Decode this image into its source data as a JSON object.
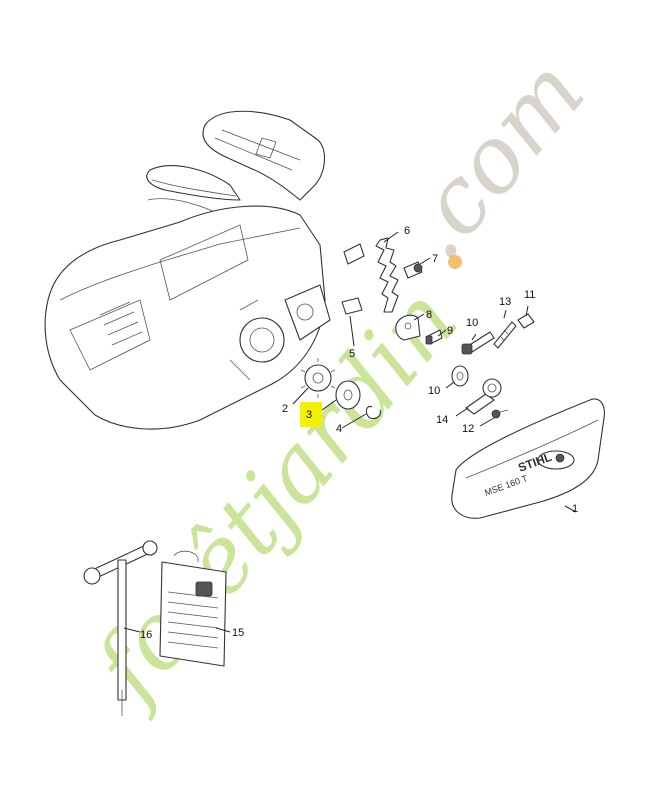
{
  "callouts": {
    "c1": "1",
    "c2": "2",
    "c3": "3",
    "c4": "4",
    "c5": "5",
    "c6": "6",
    "c7": "7",
    "c8": "8",
    "c9": "9",
    "c10a": "10",
    "c10b": "10",
    "c11": "11",
    "c12": "12",
    "c13": "13",
    "c14": "14",
    "c15": "15",
    "c16": "16"
  },
  "highlight_color": "#f5ef00",
  "cover_brand": "STIHL",
  "cover_model": "MSE 160 T",
  "watermark": {
    "part1": "forêtjardin",
    "part2": ".com",
    "color1": "#b9dc78",
    "color_dot": "#f3b04a",
    "color2": "#cfcabf"
  }
}
